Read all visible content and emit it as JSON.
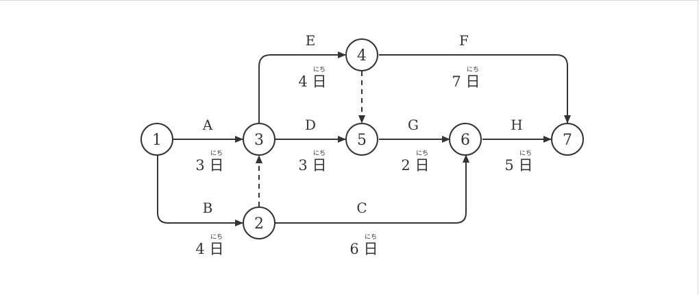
{
  "diagram": {
    "nodes": [
      {
        "id": "1",
        "label": "1"
      },
      {
        "id": "2",
        "label": "2"
      },
      {
        "id": "3",
        "label": "3"
      },
      {
        "id": "4",
        "label": "4"
      },
      {
        "id": "5",
        "label": "5"
      },
      {
        "id": "6",
        "label": "6"
      },
      {
        "id": "7",
        "label": "7"
      }
    ],
    "activities": [
      {
        "id": "A",
        "from": "1",
        "to": "3",
        "label": "A",
        "duration": "3",
        "unit": "日",
        "ruby": "にち"
      },
      {
        "id": "B",
        "from": "1",
        "to": "2",
        "label": "B",
        "duration": "4",
        "unit": "日",
        "ruby": "にち"
      },
      {
        "id": "C",
        "from": "2",
        "to": "6",
        "label": "C",
        "duration": "6",
        "unit": "日",
        "ruby": "にち"
      },
      {
        "id": "D",
        "from": "3",
        "to": "5",
        "label": "D",
        "duration": "3",
        "unit": "日",
        "ruby": "にち"
      },
      {
        "id": "E",
        "from": "3",
        "to": "4",
        "label": "E",
        "duration": "4",
        "unit": "日",
        "ruby": "にち"
      },
      {
        "id": "F",
        "from": "4",
        "to": "7",
        "label": "F",
        "duration": "7",
        "unit": "日",
        "ruby": "にち"
      },
      {
        "id": "G",
        "from": "5",
        "to": "6",
        "label": "G",
        "duration": "2",
        "unit": "日",
        "ruby": "にち"
      },
      {
        "id": "H",
        "from": "6",
        "to": "7",
        "label": "H",
        "duration": "5",
        "unit": "日",
        "ruby": "にち"
      }
    ],
    "dummies": [
      {
        "from": "2",
        "to": "3"
      },
      {
        "from": "4",
        "to": "5"
      }
    ],
    "stroke_color": "#333333"
  }
}
